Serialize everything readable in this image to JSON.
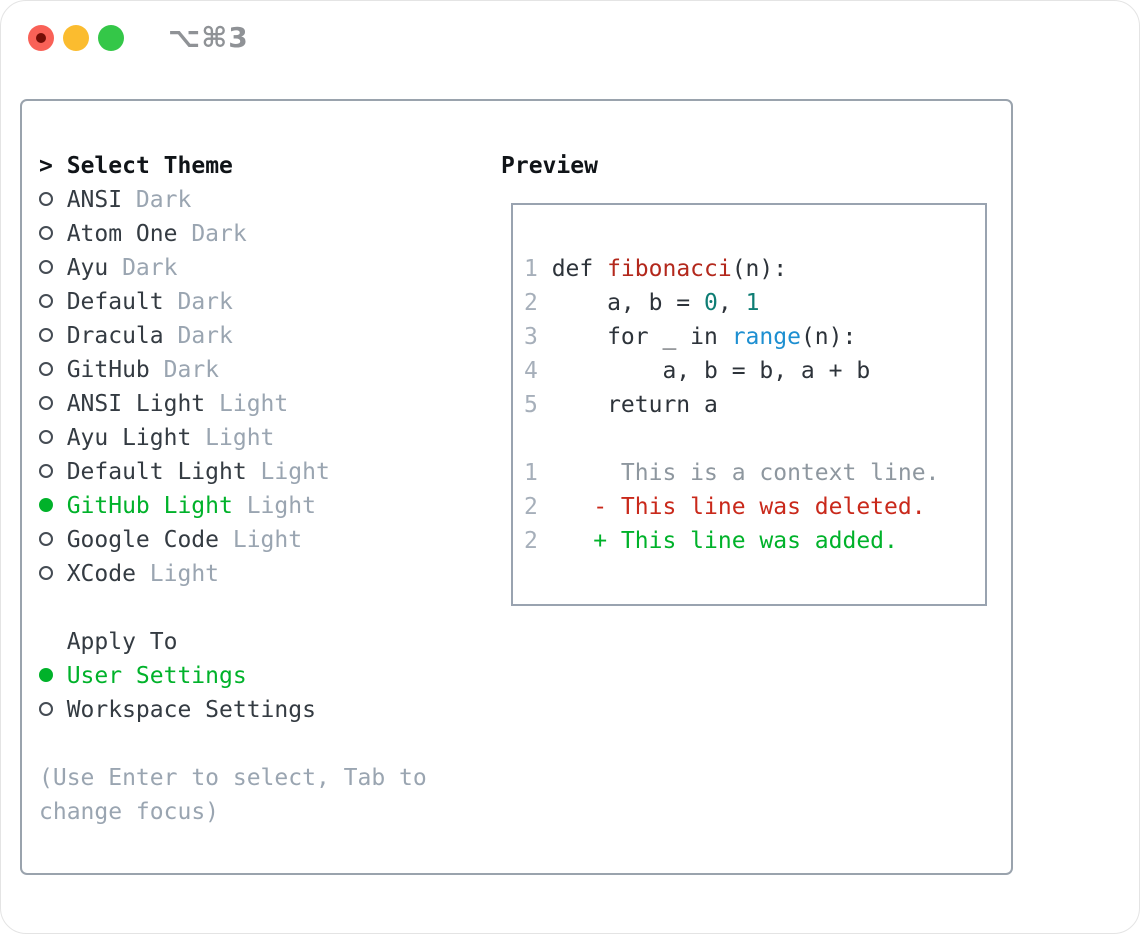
{
  "window": {
    "title_shortcut": "⌥⌘3",
    "traffic_lights": {
      "close_color": "#f96157",
      "close_dot_color": "#750d06",
      "minimize_color": "#fbbc2f",
      "zoom_color": "#34c748"
    }
  },
  "theme_selector": {
    "prompt": ">",
    "title": "Select Theme",
    "items": [
      {
        "name": "ANSI",
        "variant": "Dark",
        "selected": false
      },
      {
        "name": "Atom One",
        "variant": "Dark",
        "selected": false
      },
      {
        "name": "Ayu",
        "variant": "Dark",
        "selected": false
      },
      {
        "name": "Default",
        "variant": "Dark",
        "selected": false
      },
      {
        "name": "Dracula",
        "variant": "Dark",
        "selected": false
      },
      {
        "name": "GitHub",
        "variant": "Dark",
        "selected": false
      },
      {
        "name": "ANSI Light",
        "variant": "Light",
        "selected": false
      },
      {
        "name": "Ayu Light",
        "variant": "Light",
        "selected": false
      },
      {
        "name": "Default Light",
        "variant": "Light",
        "selected": false
      },
      {
        "name": "GitHub Light",
        "variant": "Light",
        "selected": true
      },
      {
        "name": "Google Code",
        "variant": "Light",
        "selected": false
      },
      {
        "name": "XCode",
        "variant": "Light",
        "selected": false
      }
    ],
    "apply_to": {
      "title": "Apply To",
      "options": [
        {
          "name": "User Settings",
          "selected": true
        },
        {
          "name": "Workspace Settings",
          "selected": false
        }
      ]
    },
    "hint": {
      "line1": "(Use Enter to select, Tab to",
      "line2": "change focus)"
    },
    "colors": {
      "text": "#343b42",
      "muted": "#9aa5b1",
      "selected": "#00b22a"
    }
  },
  "preview": {
    "title": "Preview",
    "code_lines": [
      {
        "num": "1",
        "segments": [
          {
            "t": "def ",
            "c": "text"
          },
          {
            "t": "fibonacci",
            "c": "function"
          },
          {
            "t": "(n):",
            "c": "text"
          }
        ]
      },
      {
        "num": "2",
        "segments": [
          {
            "t": "    a, b = ",
            "c": "text"
          },
          {
            "t": "0",
            "c": "number"
          },
          {
            "t": ", ",
            "c": "text"
          },
          {
            "t": "1",
            "c": "number"
          }
        ]
      },
      {
        "num": "3",
        "segments": [
          {
            "t": "    for _ in ",
            "c": "text"
          },
          {
            "t": "range",
            "c": "builtin"
          },
          {
            "t": "(n):",
            "c": "text"
          }
        ]
      },
      {
        "num": "4",
        "segments": [
          {
            "t": "        a, b = b, a + b",
            "c": "text"
          }
        ]
      },
      {
        "num": "5",
        "segments": [
          {
            "t": "    return a",
            "c": "text"
          }
        ]
      },
      {
        "num": "",
        "segments": []
      },
      {
        "num": "1",
        "segments": [
          {
            "t": "     This is a context line.",
            "c": "context"
          }
        ]
      },
      {
        "num": "2",
        "segments": [
          {
            "t": "   - This line was deleted.",
            "c": "deleted"
          }
        ]
      },
      {
        "num": "2",
        "segments": [
          {
            "t": "   + This line was added.",
            "c": "added"
          }
        ]
      }
    ],
    "colors": {
      "text": "#2d333a",
      "function": "#b3281c",
      "number": "#0e7d74",
      "builtin": "#1d8fd1",
      "context": "#8e979f",
      "deleted": "#c9291b",
      "added": "#00b22a",
      "gutter": "#a6afba"
    }
  }
}
